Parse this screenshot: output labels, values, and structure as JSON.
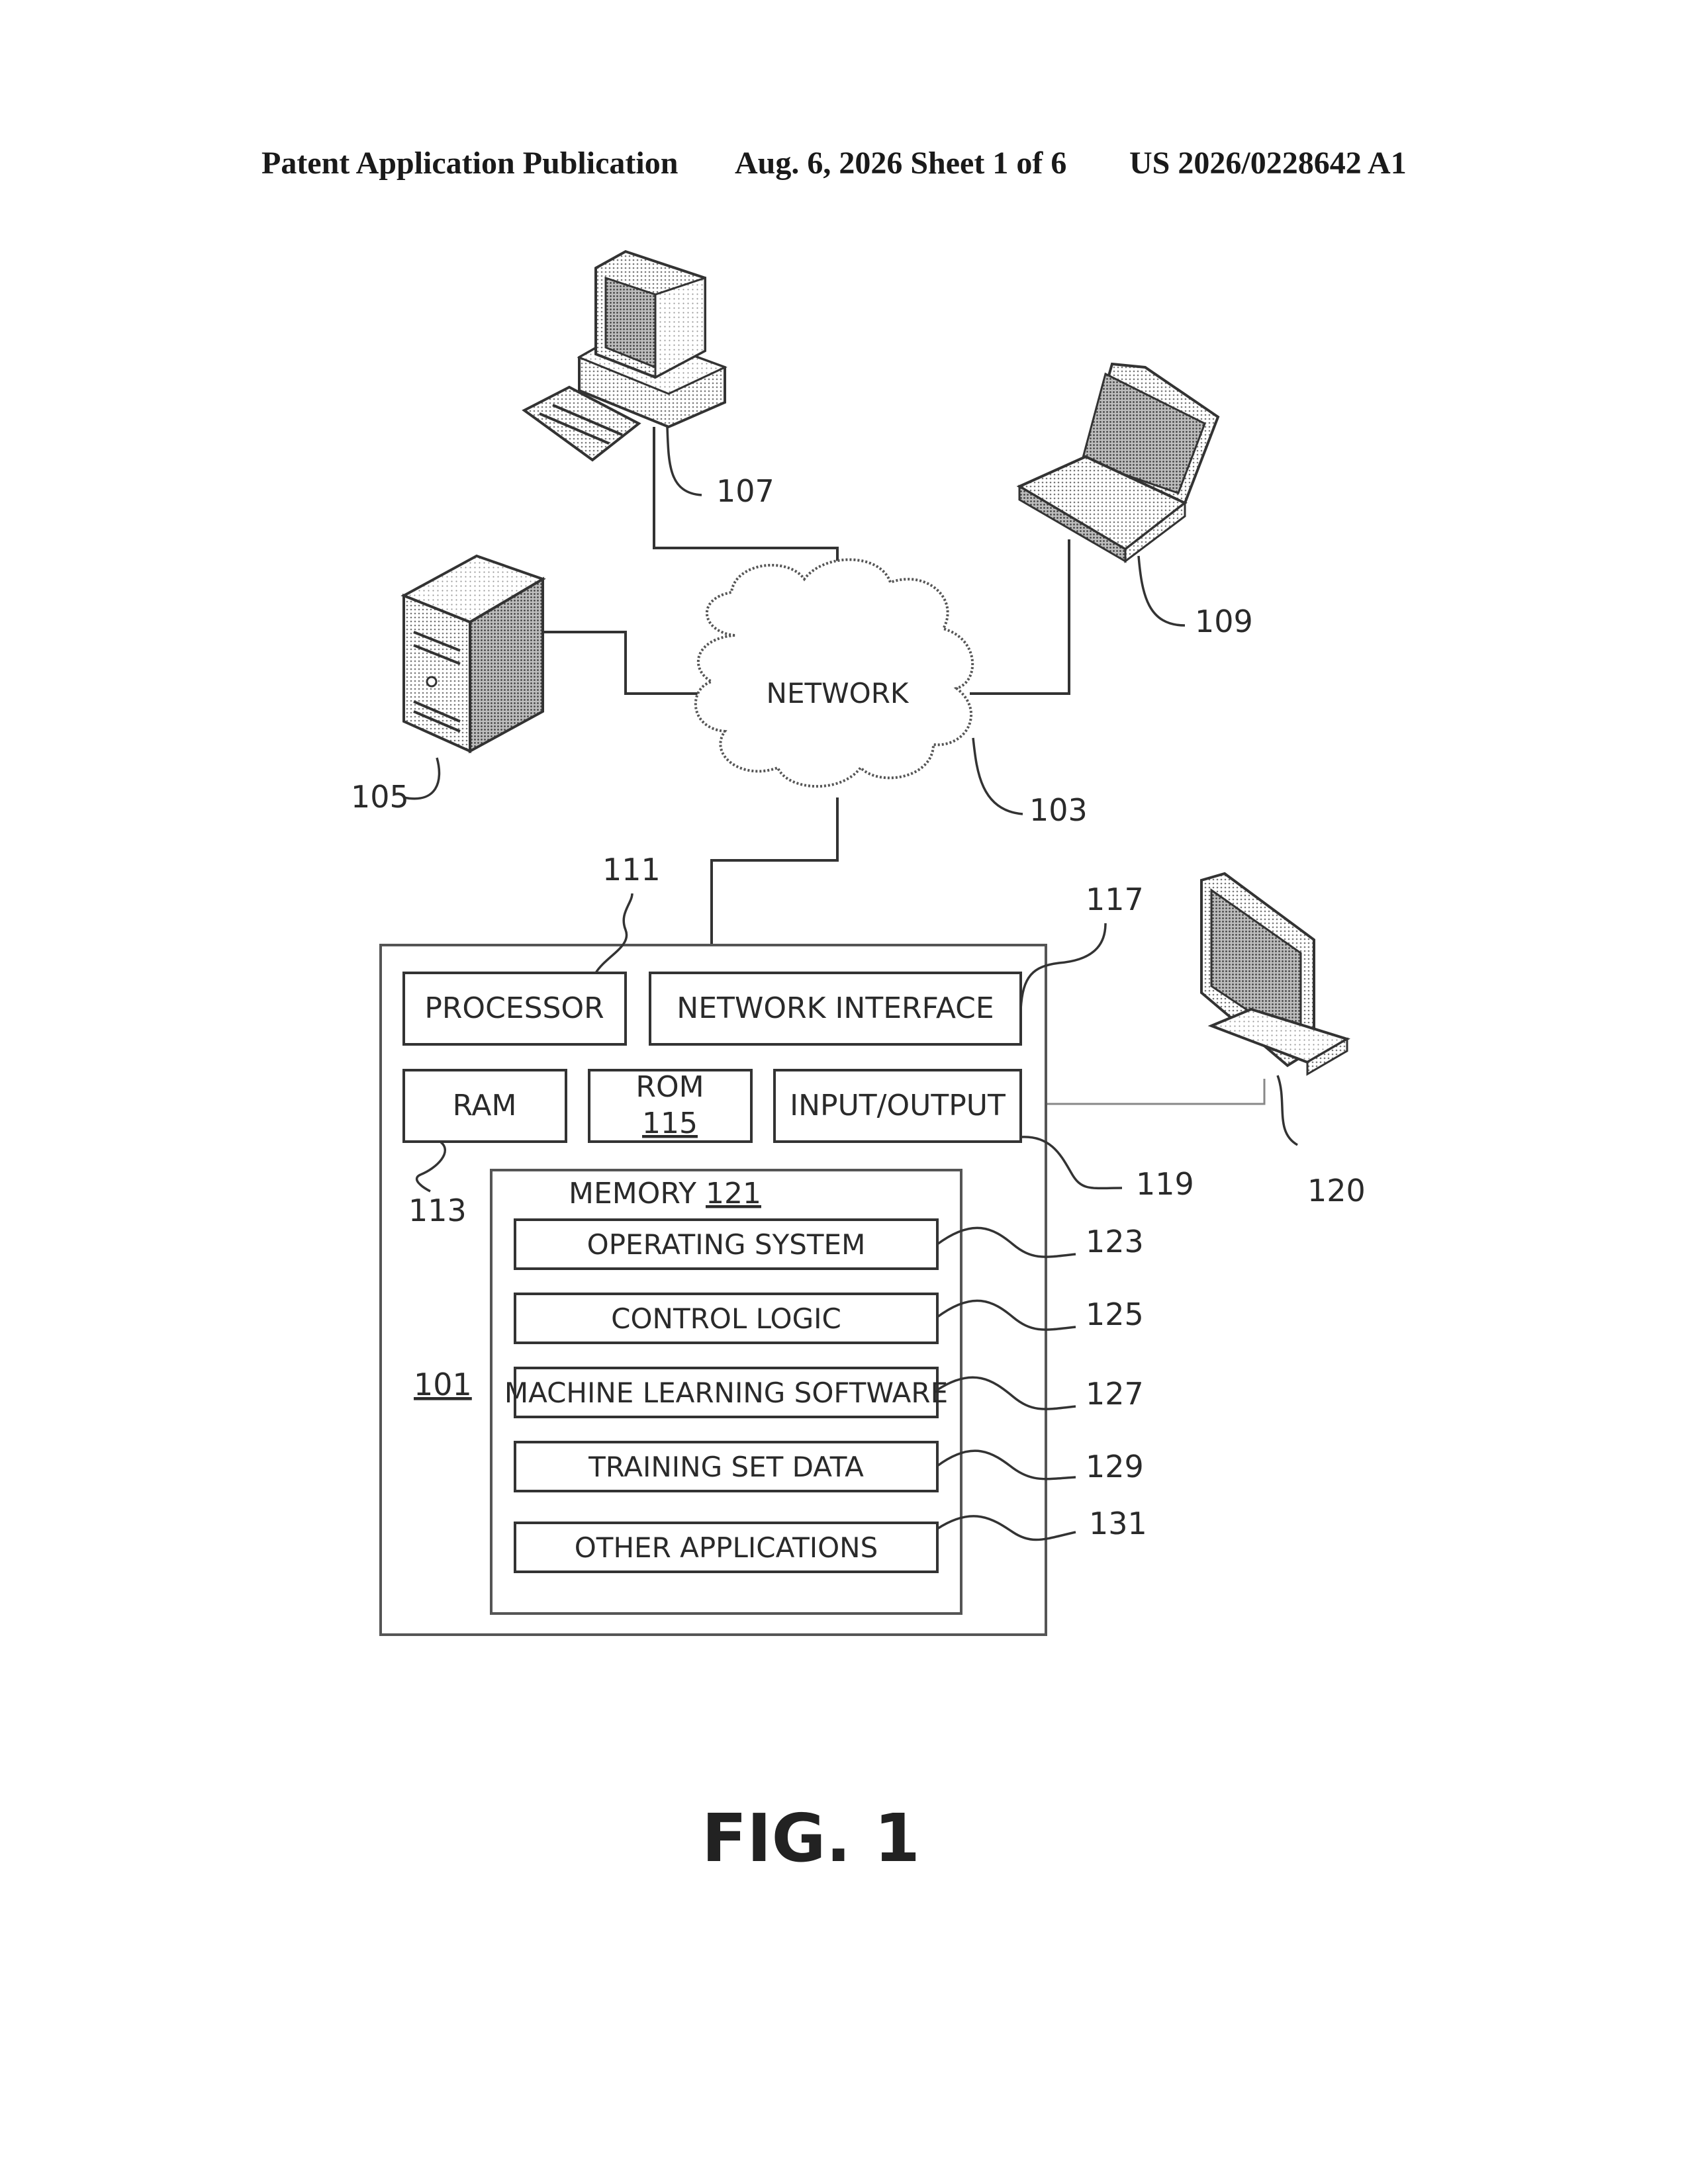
{
  "header": {
    "publication": "Patent Application Publication",
    "date_sheet": "Aug. 6, 2026  Sheet 1 of 6",
    "number": "US 2026/0228642 A1"
  },
  "network": {
    "label": "NETWORK",
    "ref": "103"
  },
  "devices": {
    "desktop": {
      "ref": "107",
      "icon": "desktop-computer-icon"
    },
    "laptop": {
      "ref": "109",
      "icon": "laptop-icon"
    },
    "server": {
      "ref": "105",
      "icon": "server-tower-icon"
    },
    "monitor": {
      "ref": "120",
      "icon": "monitor-icon"
    }
  },
  "computer": {
    "ref": "101",
    "processor": {
      "label": "PROCESSOR",
      "ref": "111"
    },
    "network_interface": {
      "label": "NETWORK INTERFACE",
      "ref": "117"
    },
    "ram": {
      "label": "RAM",
      "ref": "113"
    },
    "rom": {
      "label": "ROM",
      "num": "115"
    },
    "io": {
      "label": "INPUT/OUTPUT",
      "ref": "119"
    },
    "memory": {
      "label": "MEMORY",
      "num": "121",
      "items": [
        {
          "label": "OPERATING SYSTEM",
          "ref": "123"
        },
        {
          "label": "CONTROL LOGIC",
          "ref": "125"
        },
        {
          "label": "MACHINE LEARNING SOFTWARE",
          "ref": "127"
        },
        {
          "label": "TRAINING SET DATA",
          "ref": "129"
        },
        {
          "label": "OTHER APPLICATIONS",
          "ref": "131"
        }
      ]
    }
  },
  "figure_label": "FIG. 1"
}
